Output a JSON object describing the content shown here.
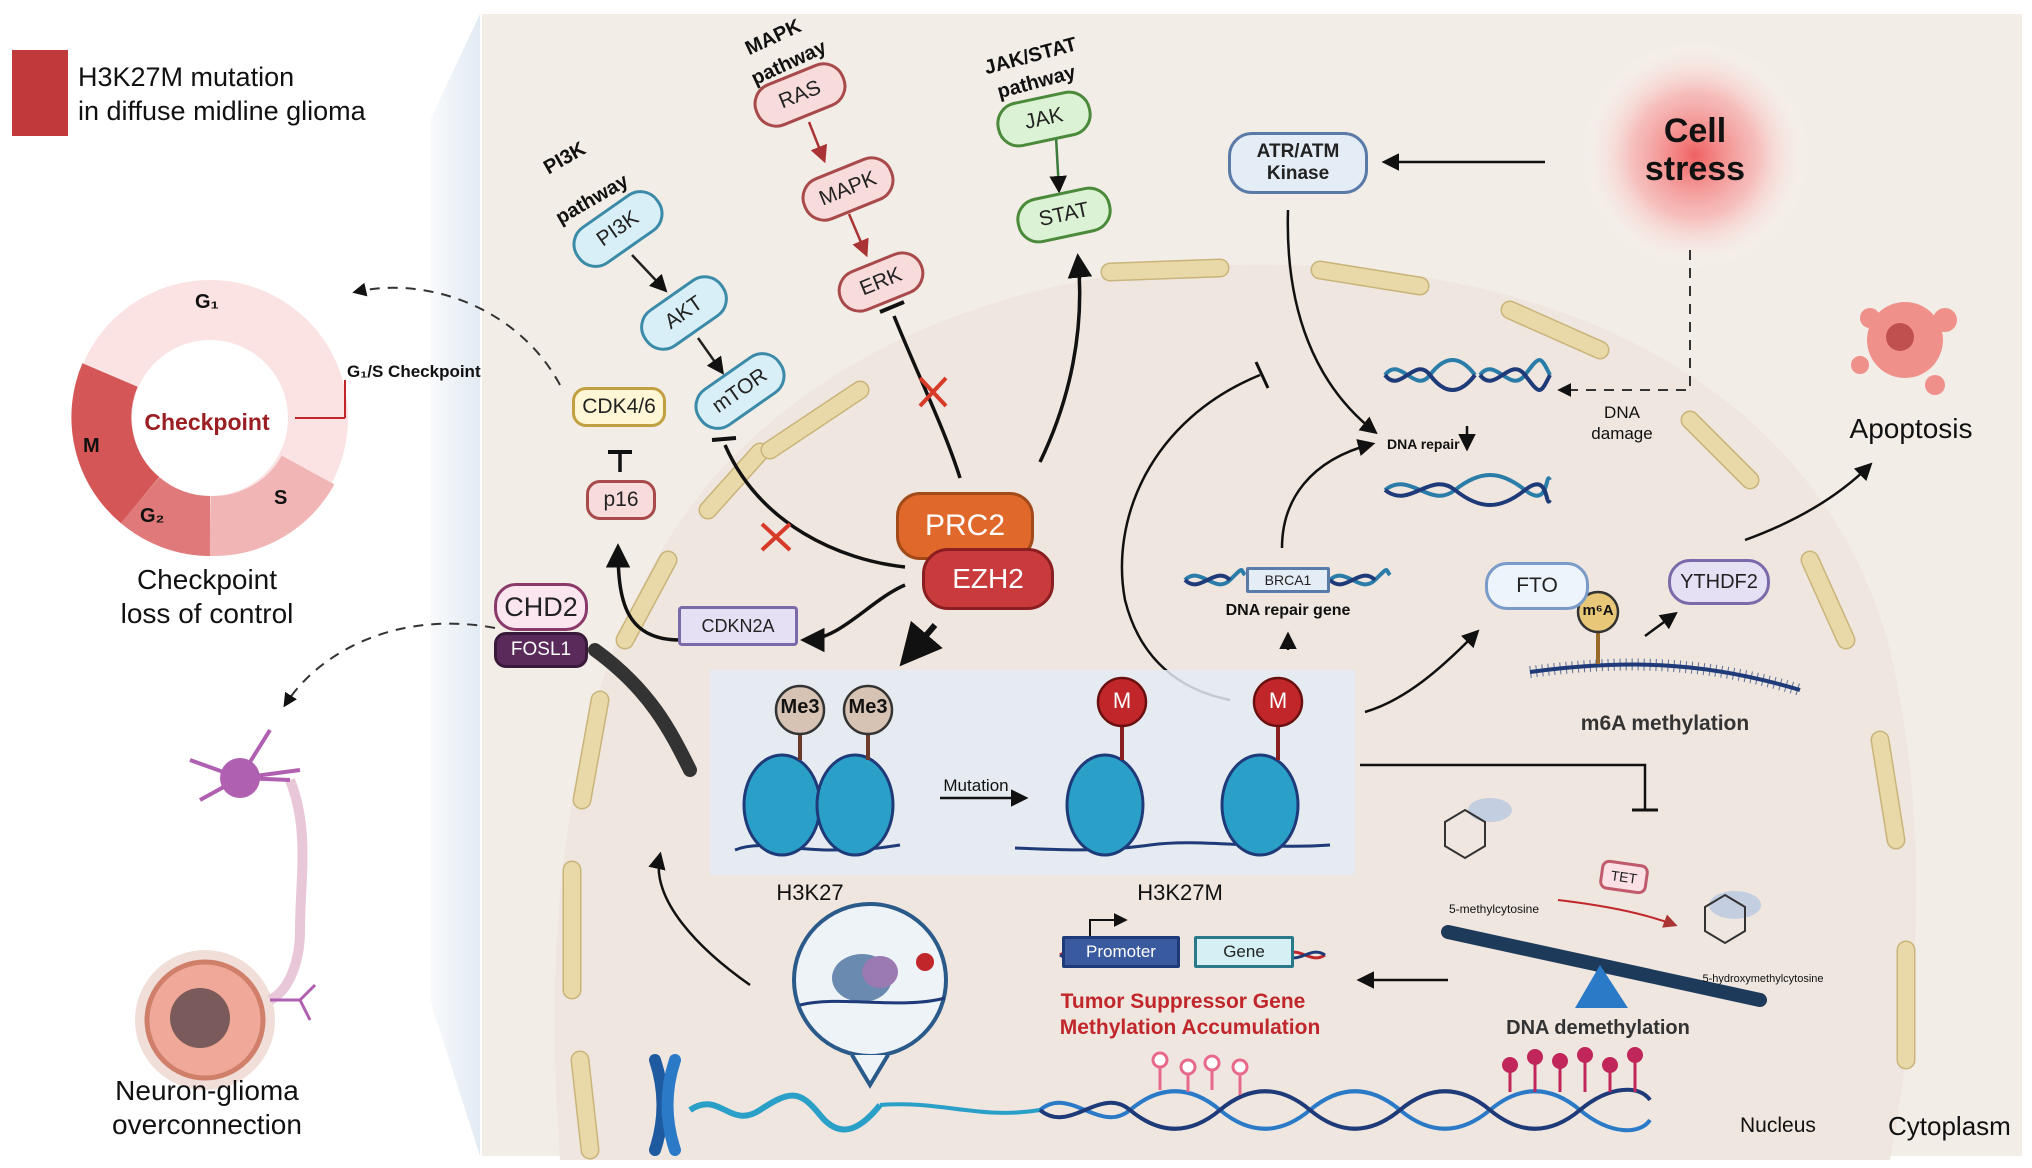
{
  "legend": {
    "text_line1": "H3K27M mutation",
    "text_line2": "in diffuse midline glioma",
    "color": "#c0393b"
  },
  "cell_cycle": {
    "center_label": "Checkpoint",
    "phases": [
      "G₁",
      "S",
      "G₂",
      "M"
    ],
    "checkpoint_label": "G₁/S Checkpoint",
    "caption_line1": "Checkpoint",
    "caption_line2": "loss of control"
  },
  "neuron": {
    "caption_line1": "Neuron-glioma",
    "caption_line2": "overconnection"
  },
  "pathways": {
    "pi3k": {
      "title_line1": "PI3K",
      "title_line2": "pathway",
      "nodes": [
        "PI3K",
        "AKT",
        "mTOR"
      ]
    },
    "mapk": {
      "title_line1": "MAPK",
      "title_line2": "pathway",
      "nodes": [
        "RAS",
        "MAPK",
        "ERK"
      ]
    },
    "jakstat": {
      "title_line1": "JAK/STAT",
      "title_line2": "pathway",
      "nodes": [
        "JAK",
        "STAT"
      ]
    }
  },
  "nodes": {
    "cdk46": "CDK4/6",
    "p16": "p16",
    "cdkn2a": "CDKN2A",
    "chd2": "CHD2",
    "fosl1": "FOSL1",
    "prc2": "PRC2",
    "ezh2": "EZH2",
    "atr_line1": "ATR/ATM",
    "atr_line2": "Kinase",
    "fto": "FTO",
    "ythdf2": "YTHDF2",
    "m6a_mark": "m⁶A",
    "tet": "TET",
    "brca1": "BRCA1",
    "promoter": "Promoter",
    "gene": "Gene",
    "me3": "Me3",
    "m": "M"
  },
  "labels": {
    "cell_stress_line1": "Cell",
    "cell_stress_line2": "stress",
    "dna_damage_line1": "DNA",
    "dna_damage_line2": "damage",
    "dna_repair": "DNA repair",
    "dna_repair_gene": "DNA repair gene",
    "apoptosis": "Apoptosis",
    "m6a_methylation": "m6A methylation",
    "mutation": "Mutation",
    "h3k27": "H3K27",
    "h3k27m": "H3K27M",
    "five_mc": "5-methylcytosine",
    "five_hmc": "5-hydroxymethylcytosine",
    "dna_demethylation": "DNA demethylation",
    "tsg_line1": "Tumor Suppressor Gene",
    "tsg_line2": "Methylation Accumulation",
    "nucleus": "Nucleus",
    "cytoplasm": "Cytoplasm"
  },
  "colors": {
    "cell_bg": "#f3ede7",
    "membrane": "#e9d8a8",
    "pi3k_node": "#d9eff7",
    "mapk_node": "#f8dcdc",
    "jak_node": "#dcf2d4",
    "prc2": "#e0682a",
    "ezh2": "#c83a3c",
    "histone": "#2aa0c8",
    "red_text": "#c0262a"
  }
}
